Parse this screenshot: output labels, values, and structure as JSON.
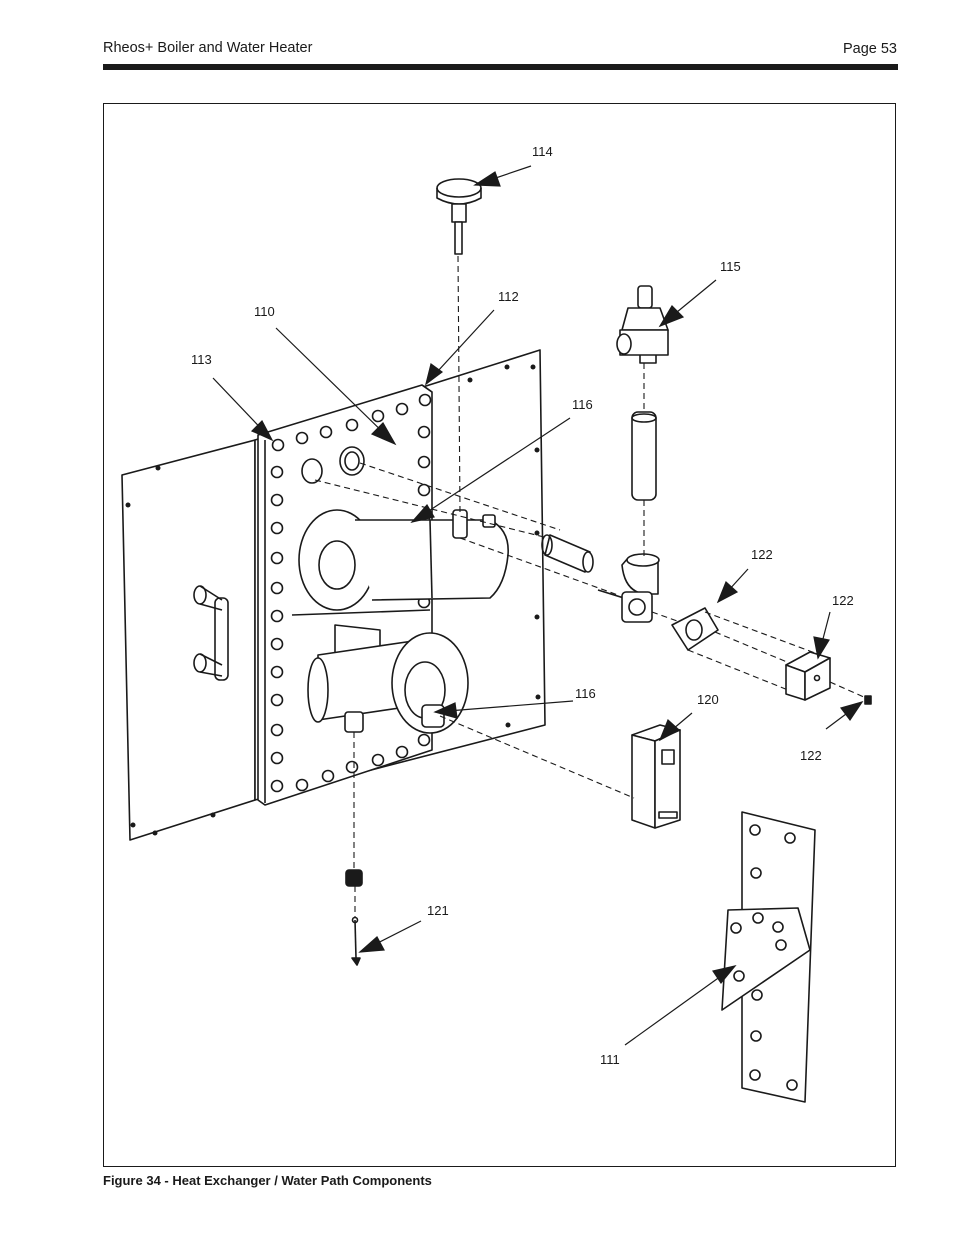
{
  "header": {
    "title": "Rheos+ Boiler and Water Heater",
    "page": "Page 53"
  },
  "figure": {
    "caption": "Figure 34 - Heat Exchanger / Water Path Components",
    "callouts": {
      "c110": "110",
      "c111": "111",
      "c112": "112",
      "c113": "113",
      "c114": "114",
      "c115": "115",
      "c116a": "116",
      "c116b": "116",
      "c120": "120",
      "c121": "121",
      "c122a": "122",
      "c122b": "122",
      "c122c": "122"
    }
  }
}
